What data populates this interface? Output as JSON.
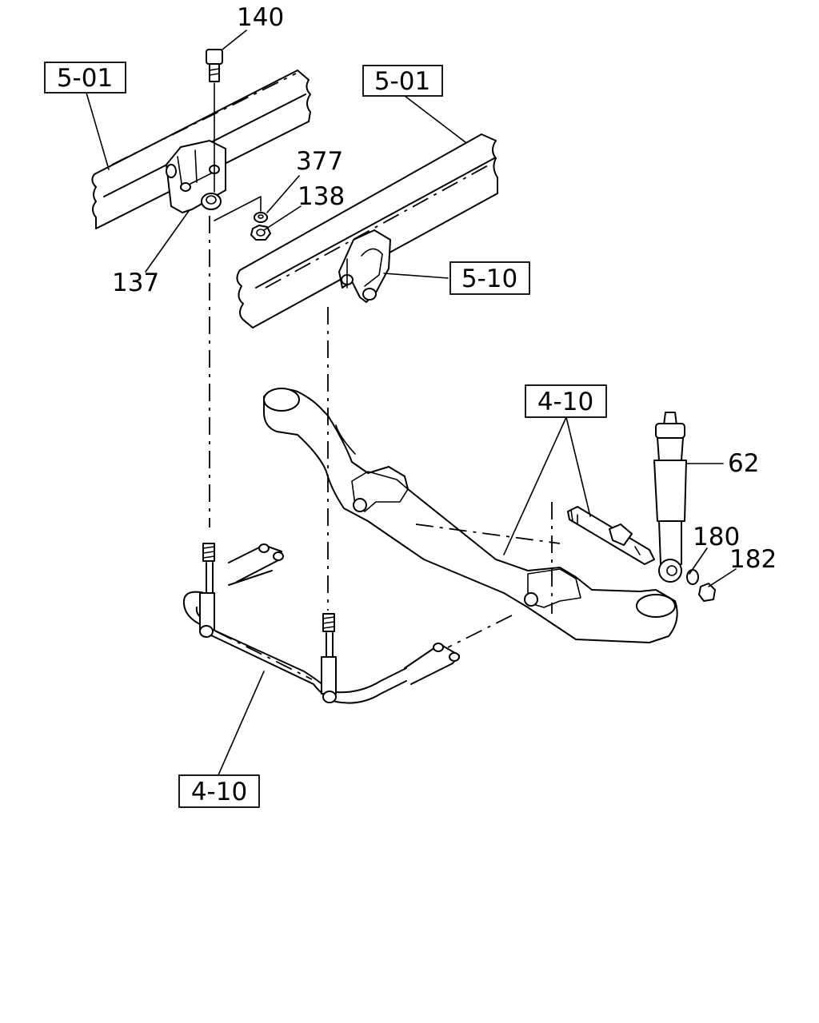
{
  "callouts": {
    "n140": "140",
    "n377": "377",
    "n138": "138",
    "n137": "137",
    "n62": "62",
    "n180": "180",
    "n182": "182"
  },
  "refs": {
    "frame_left": "5-01",
    "frame_right": "5-01",
    "bracket": "5-10",
    "axle": "4-10",
    "stabilizer": "4-10"
  }
}
